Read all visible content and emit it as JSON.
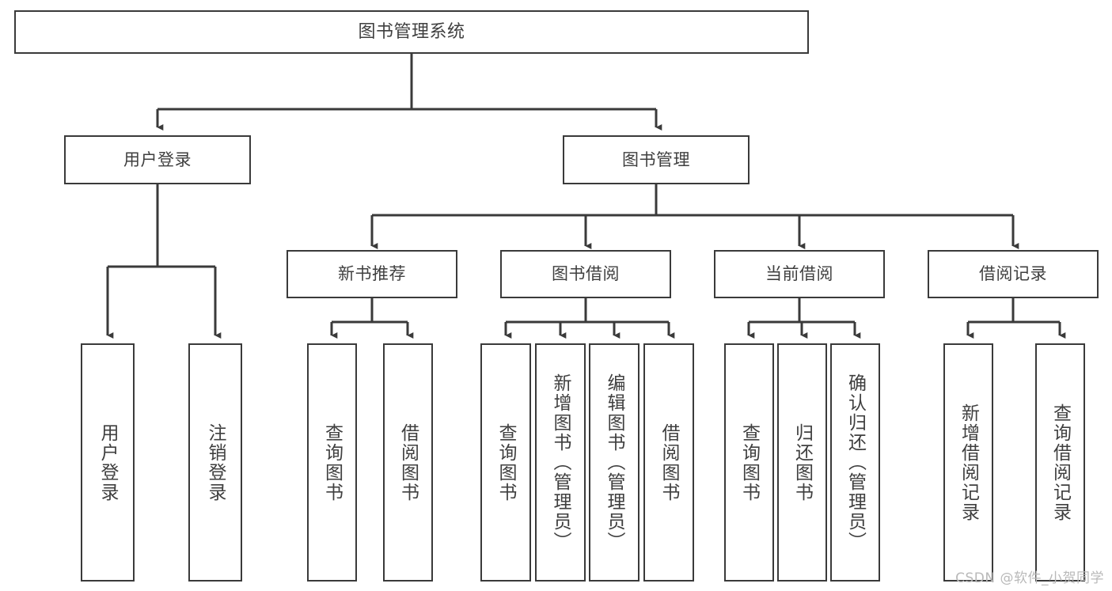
{
  "diagram": {
    "title": "图书管理系统",
    "type": "hierarchy-tree",
    "stroke_color": "#3a3a3a",
    "text_color": "#3f3f3f",
    "background_color": "#ffffff"
  },
  "root": {
    "label": "图书管理系统"
  },
  "level1": [
    {
      "label": "用户登录"
    },
    {
      "label": "图书管理"
    }
  ],
  "level2": [
    {
      "label": "新书推荐"
    },
    {
      "label": "图书借阅"
    },
    {
      "label": "当前借阅"
    },
    {
      "label": "借阅记录"
    }
  ],
  "leaves": {
    "user_login": [
      {
        "label": "用户登录"
      },
      {
        "label": "注销登录"
      }
    ],
    "new_book_recommend": [
      {
        "label": "查询图书"
      },
      {
        "label": "借阅图书"
      }
    ],
    "book_borrow": [
      {
        "label": "查询图书"
      },
      {
        "label": "新增图书（管理员）"
      },
      {
        "label": "编辑图书（管理员）"
      },
      {
        "label": "借阅图书"
      }
    ],
    "current_borrow": [
      {
        "label": "查询图书"
      },
      {
        "label": "归还图书"
      },
      {
        "label": "确认归还（管理员）"
      }
    ],
    "borrow_record": [
      {
        "label": "新增借阅记录"
      },
      {
        "label": "查询借阅记录"
      }
    ]
  },
  "watermark": {
    "text": "CSDN @软件_小贺同学"
  }
}
